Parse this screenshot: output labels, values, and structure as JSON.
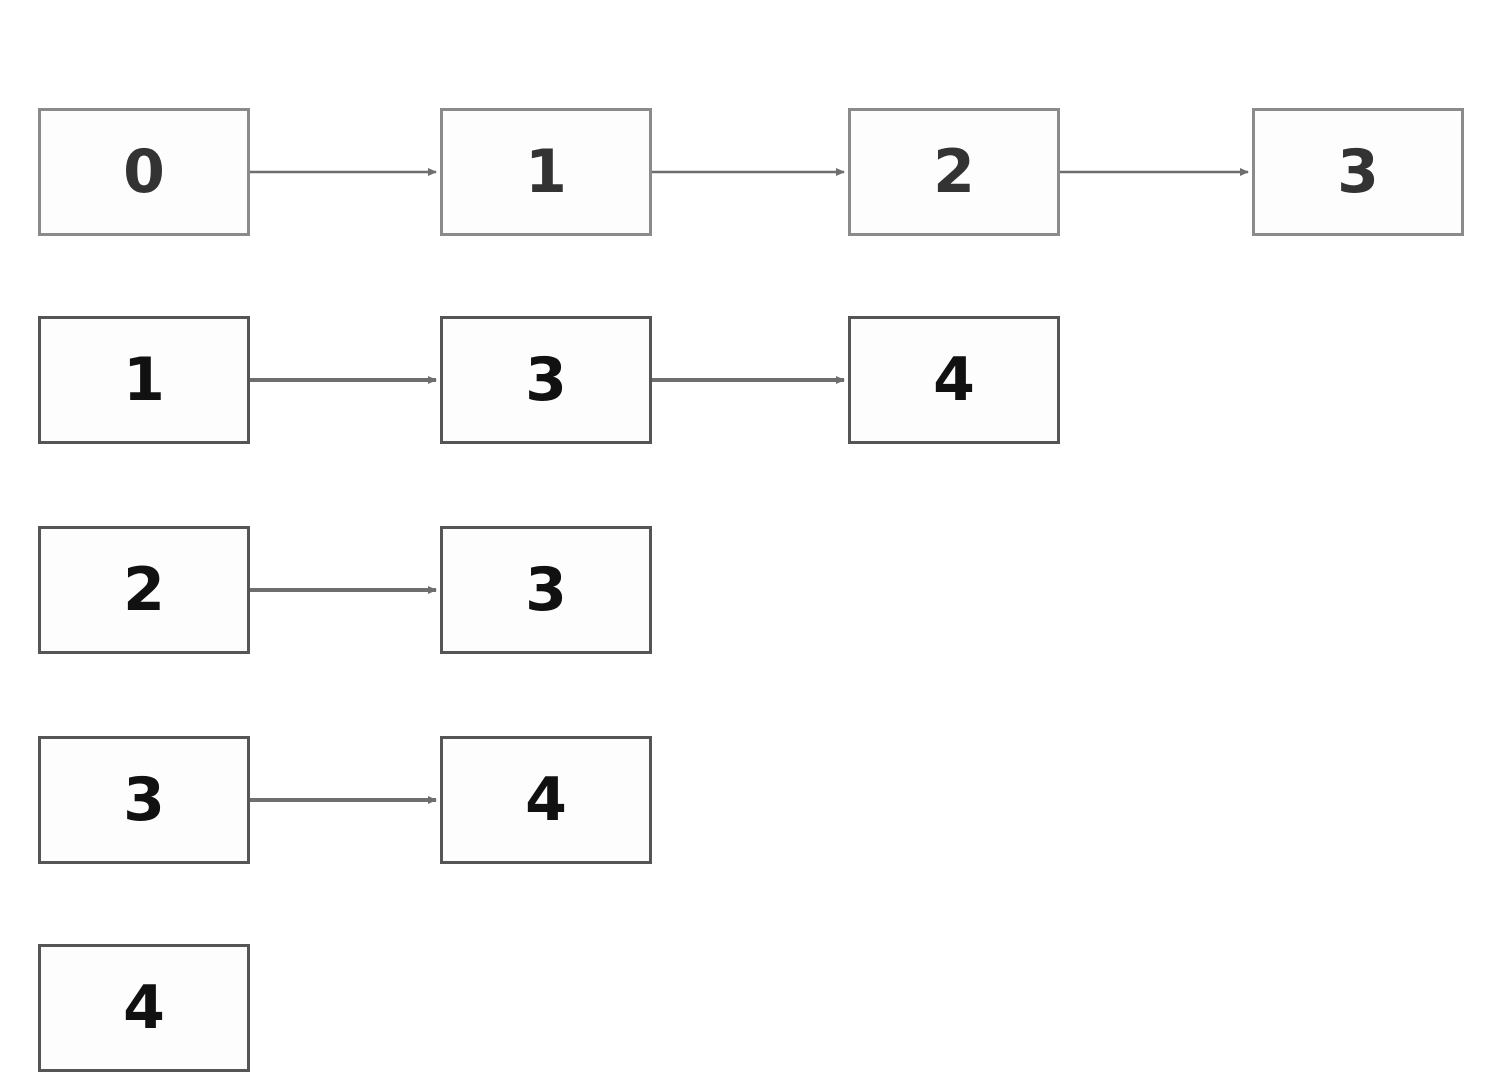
{
  "adjacency_list": [
    {
      "vertex": "0",
      "neighbors": [
        "1",
        "2",
        "3"
      ]
    },
    {
      "vertex": "1",
      "neighbors": [
        "3",
        "4"
      ]
    },
    {
      "vertex": "2",
      "neighbors": [
        "3"
      ]
    },
    {
      "vertex": "3",
      "neighbors": [
        "4"
      ]
    },
    {
      "vertex": "4",
      "neighbors": []
    }
  ],
  "colors": {
    "box_border": "#555555",
    "arrow": "#6e6e6e",
    "text": "#111111"
  }
}
